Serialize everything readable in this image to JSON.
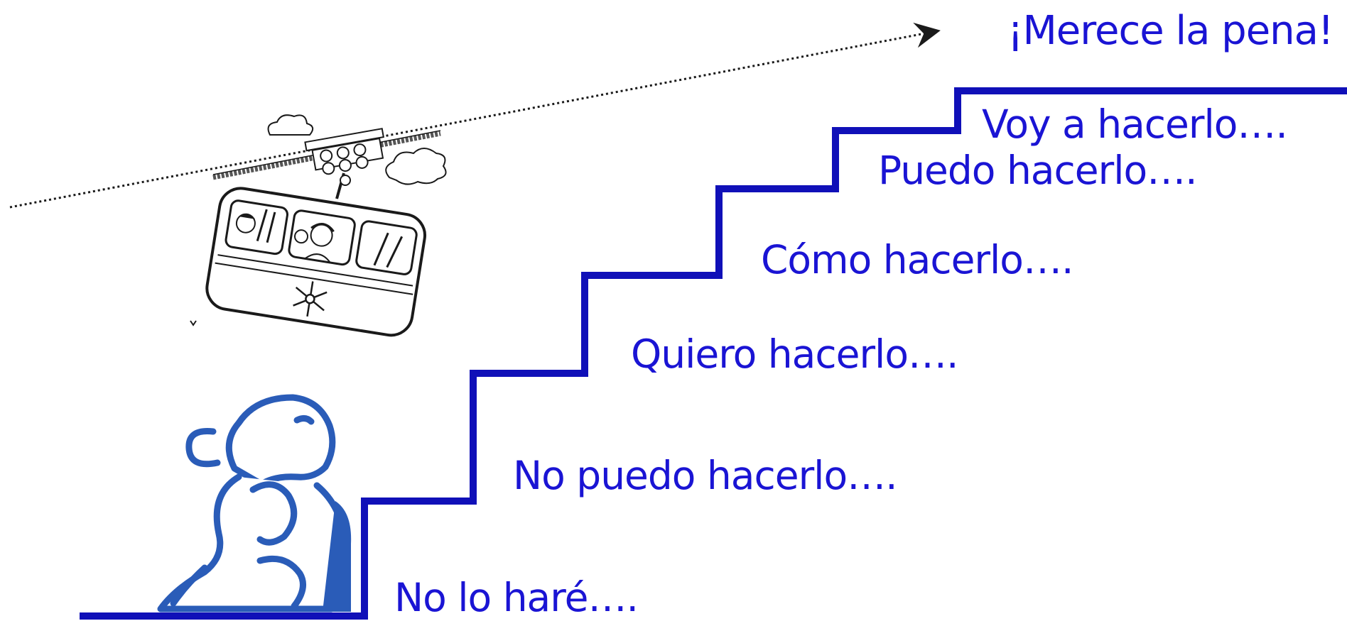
{
  "colors": {
    "text": "#1a14d4",
    "stairs": "#1010b8",
    "figure": "#2a5cb8",
    "ink": "#1a1a1a"
  },
  "arrow": {
    "style": "dotted",
    "direction": "up-right"
  },
  "steps": [
    {
      "label": "No lo haré…."
    },
    {
      "label": "No puedo hacerlo…."
    },
    {
      "label": "Quiero hacerlo…."
    },
    {
      "label": "Cómo hacerlo…."
    },
    {
      "label": "Puedo hacerlo…."
    },
    {
      "label": "Voy a hacerlo…."
    }
  ],
  "goal": {
    "label": "¡Merece la pena!"
  },
  "images": {
    "cable_car": "cable-car-illustration",
    "thinking_figure": "thinking-figure-illustration"
  }
}
